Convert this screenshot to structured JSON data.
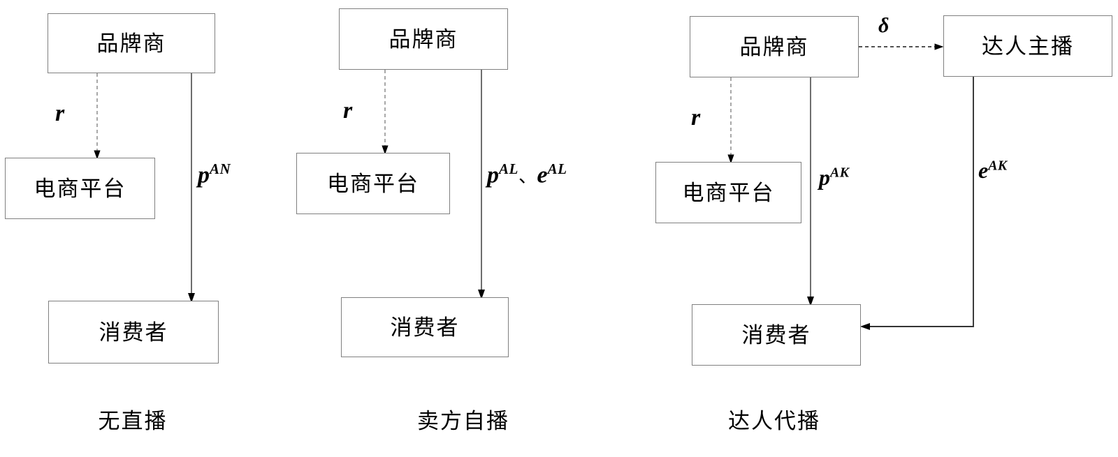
{
  "figure": {
    "type": "flow-diagram",
    "background": "#ffffff",
    "line_solid_color": "#555555",
    "line_dashed_color": "#9a9a9a",
    "text_color": "#000000",
    "box_border_color": "#808080"
  },
  "panels": [
    {
      "id": "no-livestream",
      "caption": "无直播",
      "nodes": {
        "brand": "品牌商",
        "platform": "电商平台",
        "consumer": "消费者"
      },
      "edges": [
        {
          "id": "brand-to-platform",
          "label": "r",
          "superscript": "",
          "style": "dashed"
        },
        {
          "id": "brand-to-consumer",
          "label": "p",
          "superscript": "AN",
          "style": "solid"
        }
      ]
    },
    {
      "id": "seller-self-livestream",
      "caption": "卖方自播",
      "nodes": {
        "brand": "品牌商",
        "platform": "电商平台",
        "consumer": "消费者"
      },
      "edges": [
        {
          "id": "brand-to-platform",
          "label": "r",
          "superscript": "",
          "style": "dashed"
        },
        {
          "id": "brand-to-consumer",
          "label": "p",
          "superscript": "AL",
          "label2": "e",
          "superscript2": "AL",
          "separator": "、",
          "style": "solid"
        }
      ]
    },
    {
      "id": "influencer-livestream",
      "caption": "达人代播",
      "nodes": {
        "brand": "品牌商",
        "platform": "电商平台",
        "consumer": "消费者",
        "influencer": "达人主播"
      },
      "edges": [
        {
          "id": "brand-to-platform",
          "label": "r",
          "superscript": "",
          "style": "dashed"
        },
        {
          "id": "brand-to-influencer",
          "label": "δ",
          "superscript": "",
          "style": "dashed"
        },
        {
          "id": "brand-to-consumer",
          "label": "p",
          "superscript": "AK",
          "style": "solid"
        },
        {
          "id": "influencer-to-consumer",
          "label": "e",
          "superscript": "AK",
          "style": "solid"
        }
      ]
    }
  ]
}
